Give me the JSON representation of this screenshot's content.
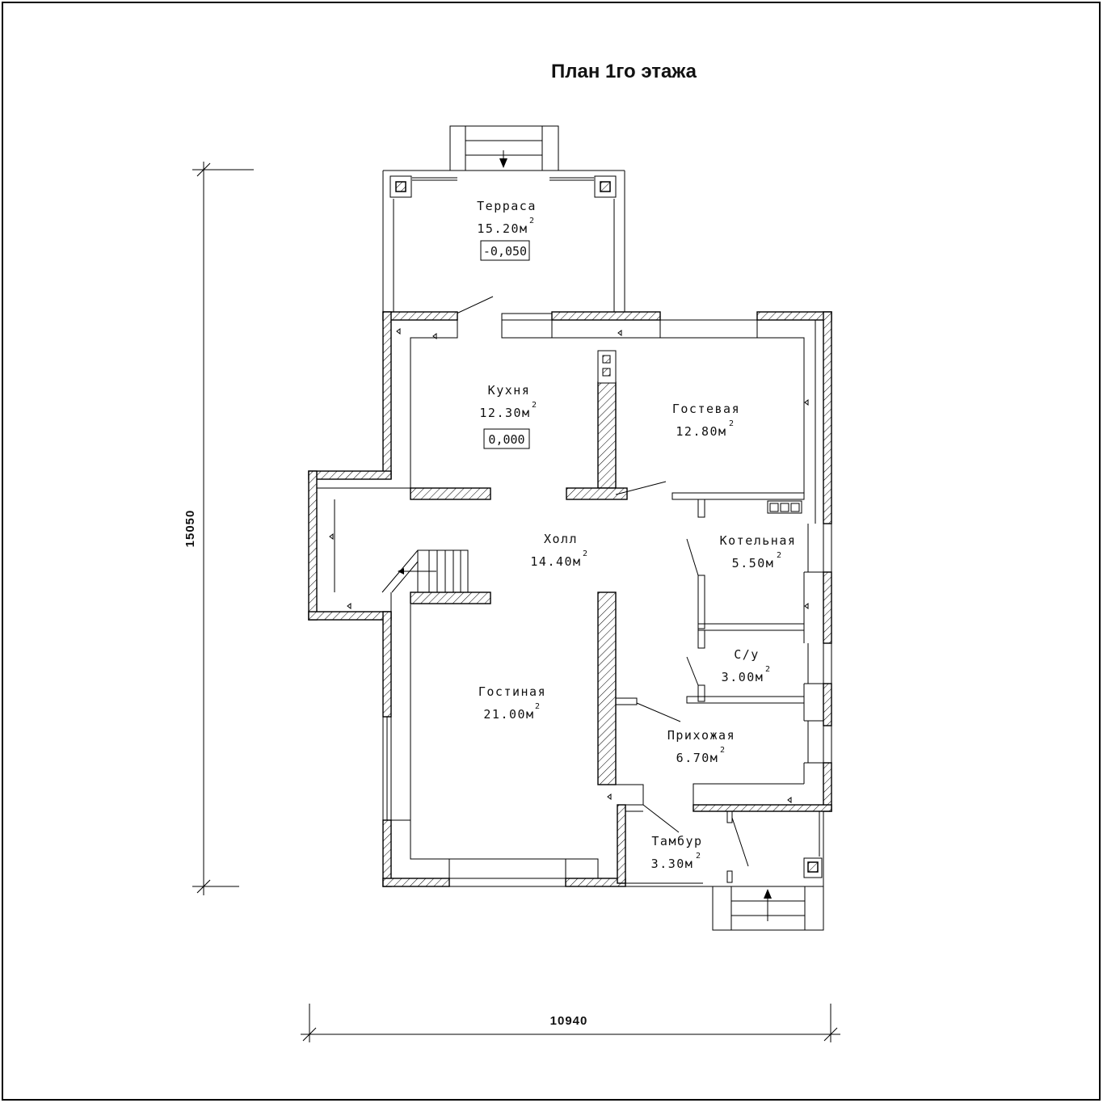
{
  "drawing": {
    "title": "План 1го этажа",
    "dimension_horizontal": "10940",
    "dimension_vertical": "15050",
    "unit_sup": "2"
  },
  "rooms": [
    {
      "name": "Терраса",
      "area": "15.20м",
      "level": "-0,050"
    },
    {
      "name": "Кухня",
      "area": "12.30м",
      "level": "0,000"
    },
    {
      "name": "Гостевая",
      "area": "12.80м"
    },
    {
      "name": "Холл",
      "area": "14.40м"
    },
    {
      "name": "Котельная",
      "area": "5.50м"
    },
    {
      "name": "С/у",
      "area": "3.00м"
    },
    {
      "name": "Гостиная",
      "area": "21.00м"
    },
    {
      "name": "Прихожая",
      "area": "6.70м"
    },
    {
      "name": "Тамбур",
      "area": "3.30м"
    }
  ]
}
